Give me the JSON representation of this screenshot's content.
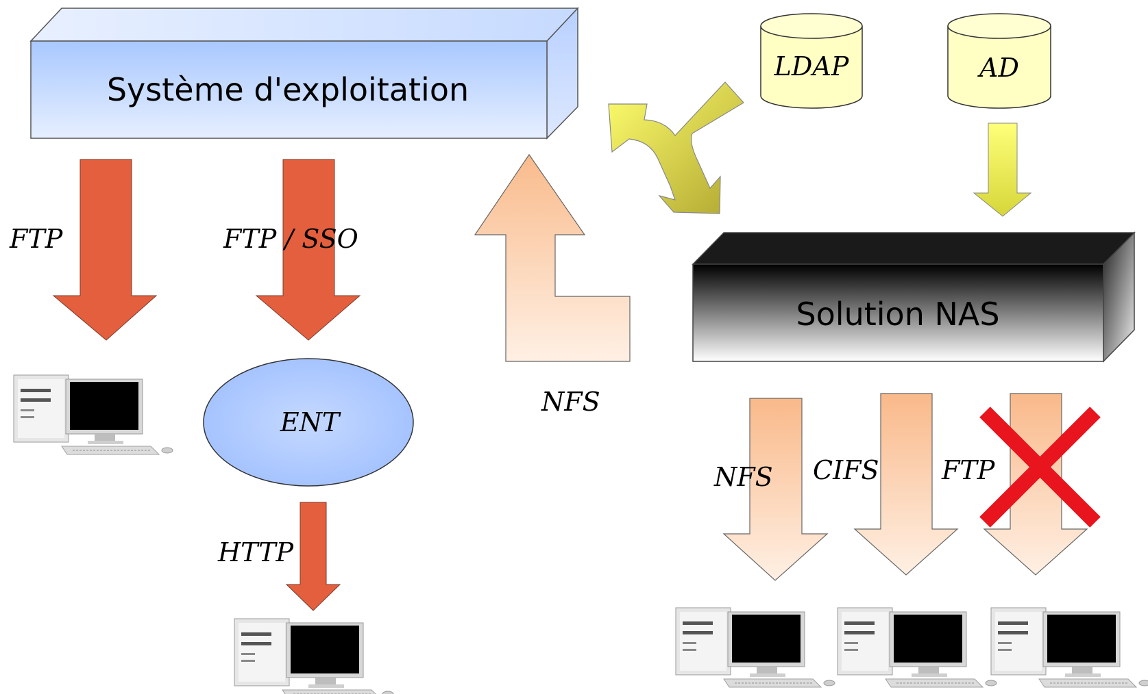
{
  "os_box": {
    "label": "Système d'exploitation"
  },
  "nas_box": {
    "label": "Solution NAS"
  },
  "ent_node": {
    "label": "ENT"
  },
  "directories": {
    "ldap": "LDAP",
    "ad": "AD"
  },
  "protocols": {
    "ftp_left": "FTP",
    "ftp_sso": "FTP / SSO",
    "http": "HTTP",
    "nfs_up": "NFS",
    "nas_nfs": "NFS",
    "nas_cifs": "CIFS",
    "nas_ftp": "FTP"
  },
  "status": {
    "nas_ftp_disabled": true
  },
  "colors": {
    "red_arrow": "#e45f3e",
    "peach_arrow": "#f7c29a",
    "yellow": "#f4f46a",
    "db_fill": "#ffffc4",
    "box_blue": "#c7dbff",
    "cross": "#e8141e"
  },
  "icons": {
    "computer_left": "desktop-computer-icon",
    "computer_ent": "desktop-computer-icon",
    "computer_nas": "desktop-computer-icon"
  }
}
